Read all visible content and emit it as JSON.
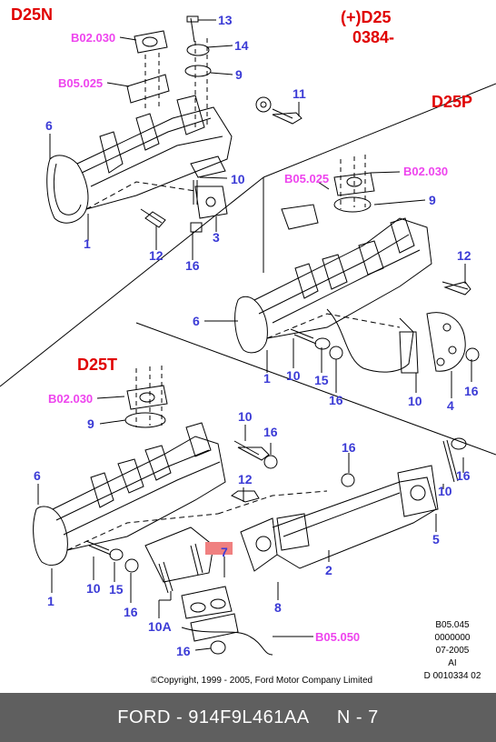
{
  "sections": {
    "d25n": "D25N",
    "d25_line1": "(+)D25",
    "d25_line2": "0384-",
    "d25p": "D25P",
    "d25t": "D25T"
  },
  "callouts": {
    "d25n_13": "13",
    "d25n_14": "14",
    "d25n_9": "9",
    "d25n_6": "6",
    "d25n_1": "1",
    "d25n_10": "10",
    "d25n_12": "12",
    "d25n_3": "3",
    "d25n_16": "16",
    "d25n_b02030": "B02.030",
    "d25n_b05025": "B05.025",
    "d25p_11": "11",
    "d25p_b05025": "B05.025",
    "d25p_b02030": "B02.030",
    "d25p_9": "9",
    "d25p_12": "12",
    "d25p_6": "6",
    "d25p_1": "1",
    "d25p_10a": "10",
    "d25p_15": "15",
    "d25p_16a": "16",
    "d25p_10b": "10",
    "d25p_4": "4",
    "d25p_16b": "16",
    "d25t_b02030": "B02.030",
    "d25t_9": "9",
    "d25t_10a": "10",
    "d25t_16a": "16",
    "d25t_6": "6",
    "d25t_12": "12",
    "d25t_16b": "16",
    "d25t_16c": "16",
    "d25t_10b": "10",
    "d25t_5": "5",
    "d25t_7": "7",
    "d25t_2": "2",
    "d25t_8": "8",
    "d25t_1": "1",
    "d25t_10c": "10",
    "d25t_15": "15",
    "d25t_16d": "16",
    "d25t_10A": "10A",
    "d25t_16e": "16",
    "d25t_b05050": "B05.050"
  },
  "refs": [
    "B05.045",
    "0000000",
    "07-2005",
    "AI",
    "D 0010334 02"
  ],
  "copyright": "©Copyright, 1999 - 2005, Ford Motor Company Limited",
  "footer": {
    "brand": "FORD",
    "part": "914F9L461AA",
    "page": "N - 7"
  },
  "colors": {
    "section": "#e00000",
    "callout": "#3b3bd6",
    "ref_callout": "#ee44ee",
    "highlight": "#f08080",
    "footer_bg": "#5f5f5f"
  }
}
